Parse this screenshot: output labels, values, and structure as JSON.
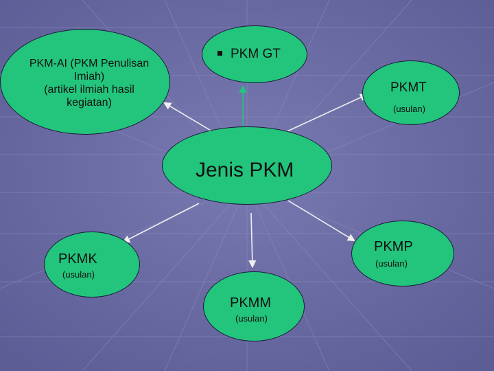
{
  "nodes": {
    "pkm_ai": {
      "lines": [
        "PKM-AI (PKM Penulisan",
        "Imiah)",
        "(artikel ilmiah hasil",
        "kegiatan)"
      ]
    },
    "pkm_gt": {
      "title": "PKM GT"
    },
    "pkmt": {
      "title": "PKMT",
      "subtitle": "(usulan)"
    },
    "jenis_pkm": {
      "title": "Jenis PKM"
    },
    "pkmk": {
      "title": "PKMK",
      "subtitle": "(usulan)"
    },
    "pkmp": {
      "title": "PKMP",
      "subtitle": "(usulan)"
    },
    "pkmm": {
      "title": "PKMM",
      "subtitle": "(usulan)"
    }
  },
  "colors": {
    "node_fill": "#23c47c",
    "node_border": "#1a1a3a",
    "background": "#6f6fa6",
    "arrow": "#f0f0f0",
    "arrow_up": "#23c47c"
  }
}
